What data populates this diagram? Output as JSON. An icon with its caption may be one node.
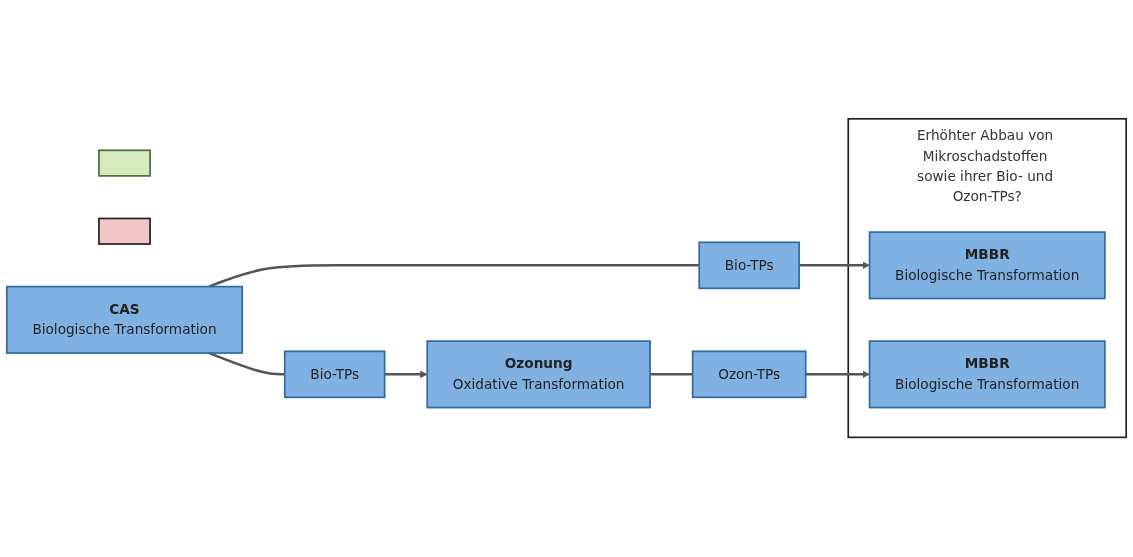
{
  "diagram": {
    "nodes": [
      {
        "text": [],
        "shape": "box"
      },
      {
        "text": [],
        "shape": "box"
      },
      {
        "text": [
          "CAS",
          "Biologische Transformation"
        ]
      },
      {
        "text": [
          "Bio-TPs"
        ]
      },
      {
        "text": [
          "Erhöhter Abbau von Mikroschadstoffen sowie ihrer Bio- und Ozon-TPs?"
        ]
      },
      {
        "text": [
          "MBBR",
          "Biologische Transformation"
        ],
        "in": 4
      },
      {
        "text": [
          "Bio-TPs"
        ]
      },
      {
        "text": [
          "Ozonung",
          "Oxidative Transformation"
        ]
      },
      {
        "text": [
          "Ozon-TPs"
        ]
      },
      {
        "text": [
          "MBBR",
          "Biologische Transformation"
        ],
        "in": 4
      }
    ],
    "edges": [
      {
        "from": 2,
        "to": 3,
        "arrow": "none"
      },
      {
        "from": 3,
        "to": 5,
        "arrow": "to"
      },
      {
        "from": 2,
        "to": 6,
        "arrow": "none"
      },
      {
        "from": 6,
        "to": 7,
        "arrow": "to"
      },
      {
        "from": 7,
        "to": 8,
        "arrow": "none"
      },
      {
        "from": 8,
        "to": 9,
        "arrow": "to"
      }
    ]
  }
}
